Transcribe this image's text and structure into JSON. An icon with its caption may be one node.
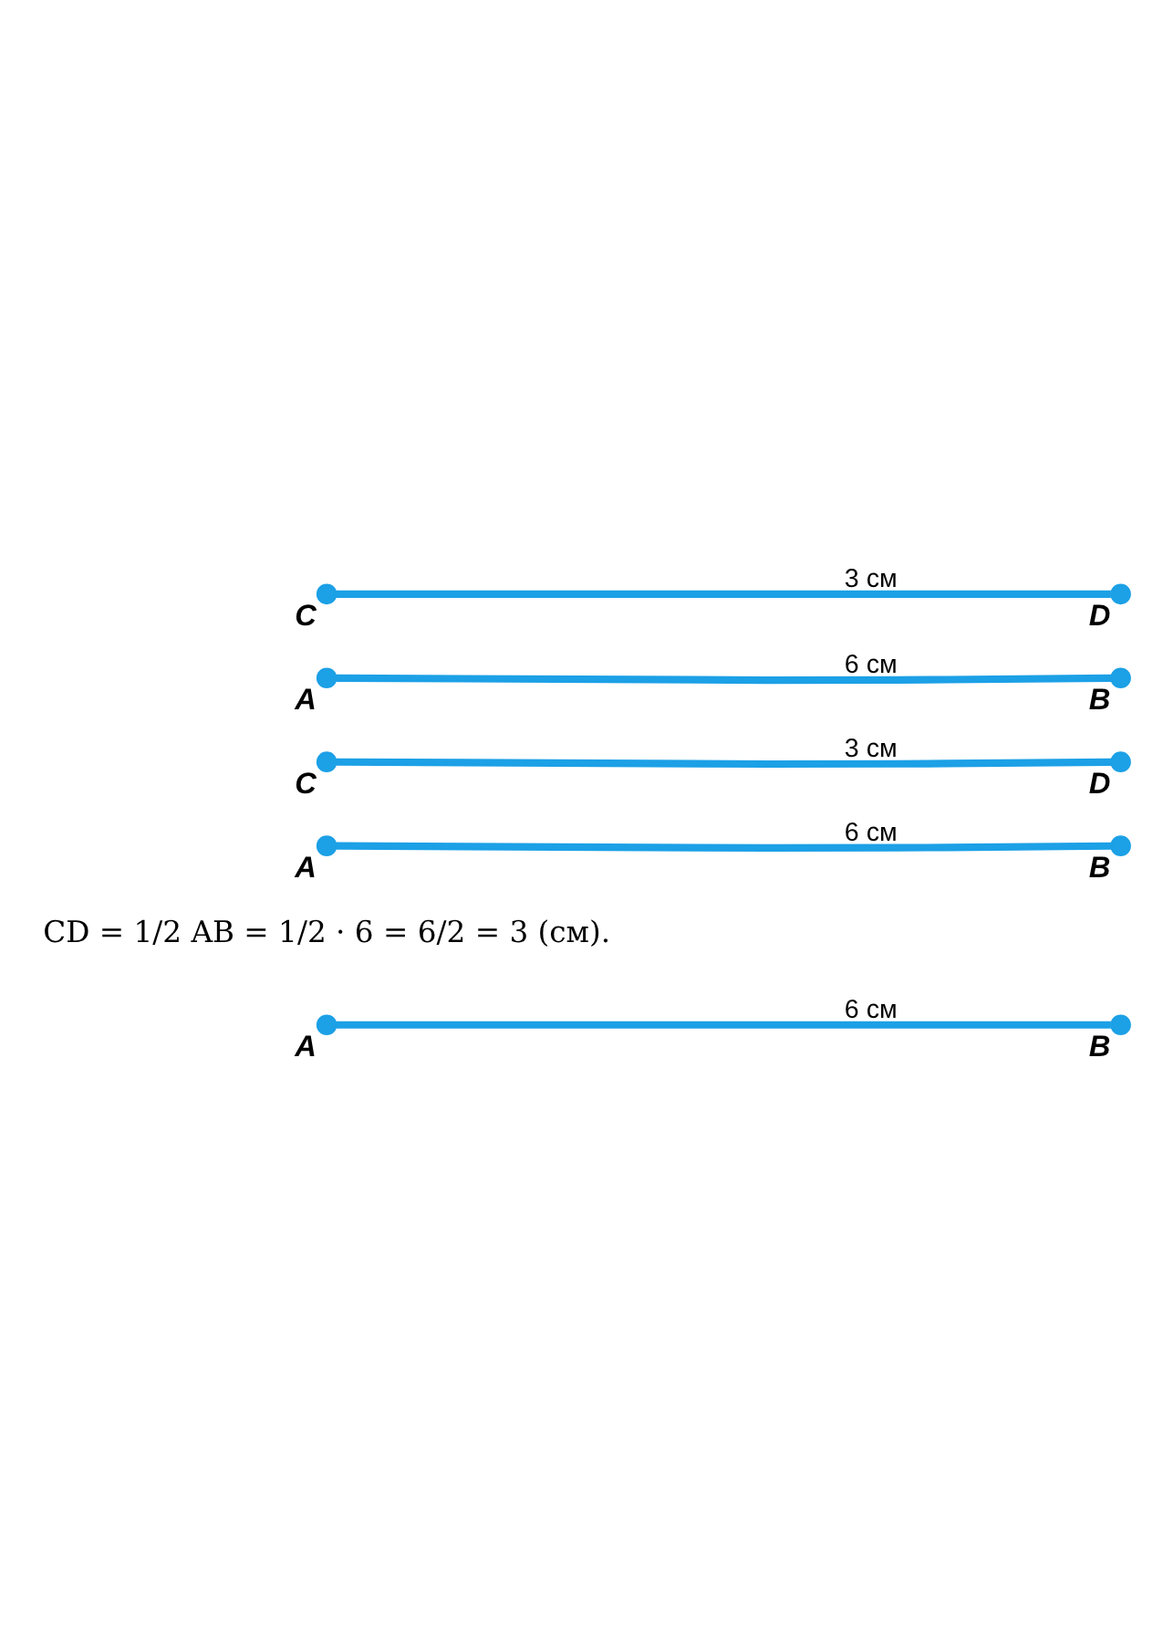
{
  "diagram": {
    "nodes": [
      {
        "text": [],
        "shape": "circle",
        "beside": [
          "A"
        ]
      },
      {
        "text": [],
        "shape": "circle",
        "beside": [
          "B"
        ]
      },
      {
        "text": [],
        "shape": "circle",
        "beside": [
          "A"
        ]
      },
      {
        "text": [],
        "shape": "circle",
        "beside": [
          "B"
        ]
      },
      {
        "text": [],
        "shape": "circle",
        "beside": [
          "C"
        ]
      },
      {
        "text": [],
        "shape": "circle",
        "beside": [
          "D"
        ]
      },
      {
        "text": [],
        "shape": "circle",
        "beside": [
          "A"
        ]
      },
      {
        "text": [],
        "shape": "circle",
        "beside": [
          "B"
        ]
      },
      {
        "text": [],
        "shape": "circle",
        "beside": [
          "C"
        ]
      },
      {
        "text": [],
        "shape": "circle",
        "beside": [
          "D"
        ]
      }
    ],
    "edges": [
      {
        "from": 0,
        "to": 1,
        "arrow": "none",
        "label": "6 см"
      },
      {
        "from": 2,
        "to": 3,
        "arrow": "none",
        "label": "6 см"
      },
      {
        "from": 4,
        "to": 5,
        "arrow": "none",
        "label": "3 см"
      },
      {
        "from": 6,
        "to": 7,
        "arrow": "none",
        "label": "6 см"
      },
      {
        "from": 8,
        "to": 9,
        "arrow": "none",
        "label": "3 см"
      }
    ],
    "labels": [
      "CD = 1/2 AB = 1/2 · 6 = 6/2 = 3 (см)."
    ]
  }
}
